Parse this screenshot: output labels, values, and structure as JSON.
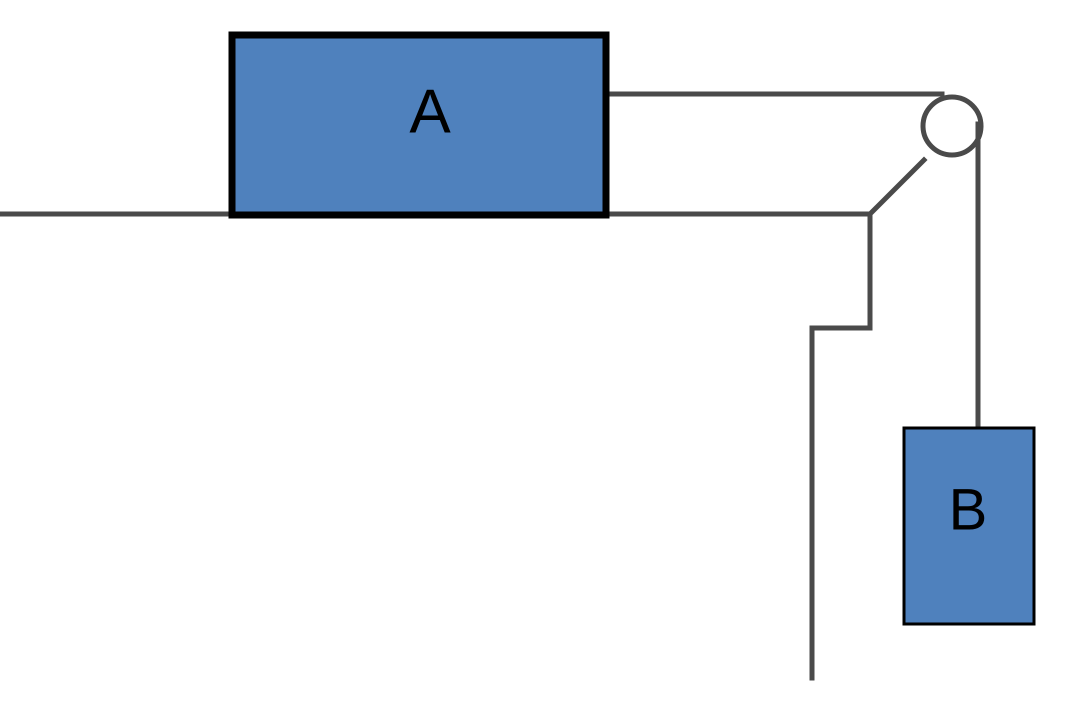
{
  "diagram": {
    "block_a": {
      "label": "A",
      "fill": "#4f81bd"
    },
    "block_b": {
      "label": "B",
      "fill": "#4f81bd"
    },
    "line_color": "#4a4a4a",
    "elements": [
      "table-surface",
      "pulley",
      "rope",
      "stepped-edge"
    ]
  }
}
